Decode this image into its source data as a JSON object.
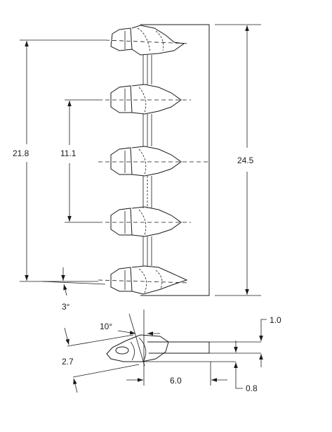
{
  "dimensions": {
    "overall_height": "24.5",
    "outer_pitch": "21.8",
    "inner_pitch": "11.1",
    "tilt_angle": "3°",
    "lead_angle": "10°",
    "side_height": "2.7",
    "lead_length": "6.0",
    "lead_thickness": "1.0",
    "lead_gap": "0.8"
  }
}
